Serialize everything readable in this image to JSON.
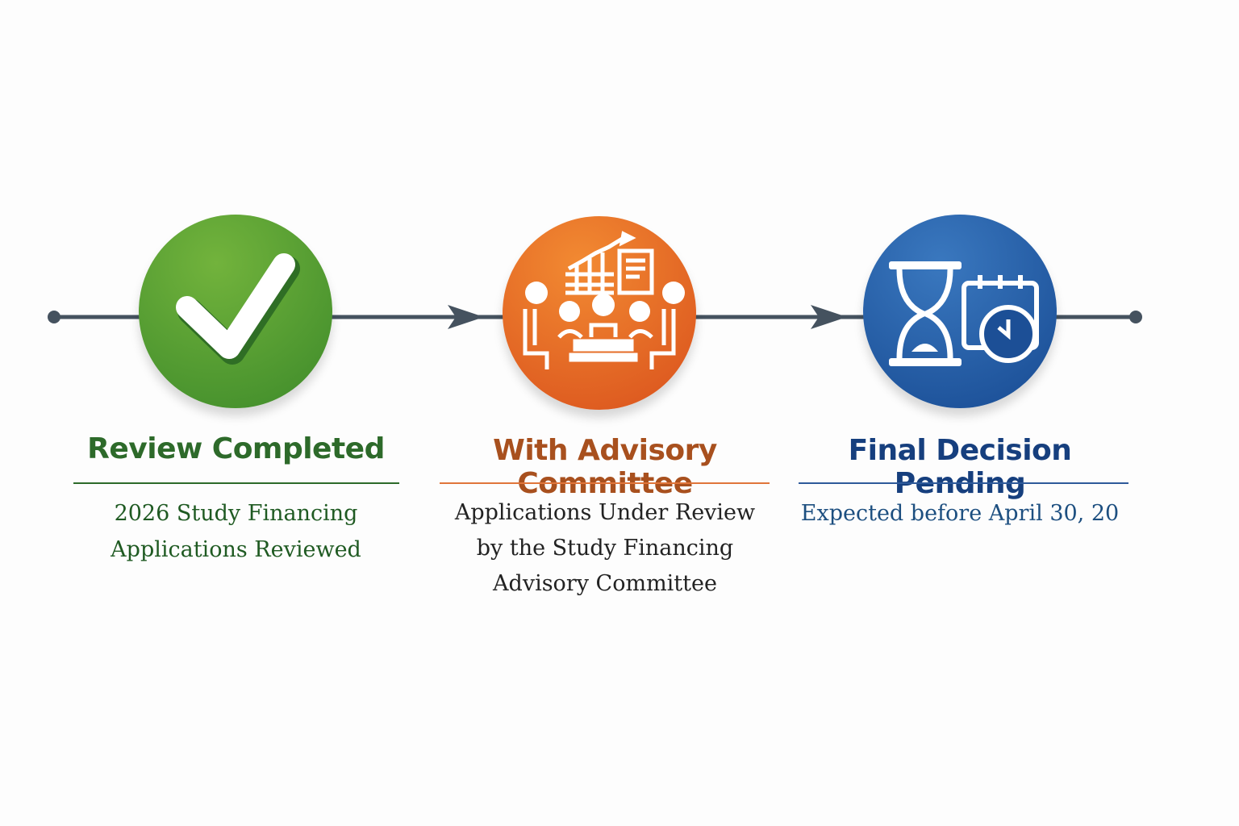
{
  "colors": {
    "green": "#2d6a2a",
    "orange": "#a8501e",
    "blue": "#163f7e",
    "line": "#3f4f5e"
  },
  "steps": [
    {
      "icon": "checkmark-icon",
      "title": "Review Completed",
      "lines": [
        "2026 Study Financing",
        "Applications Reviewed"
      ]
    },
    {
      "icon": "committee-meeting-icon",
      "title": "With Advisory Committee",
      "lines": [
        "Applications Under Review",
        "by the Study Financing",
        "Advisory Committee"
      ]
    },
    {
      "icon": "hourglass-calendar-icon",
      "title": "Final Decision Pending",
      "lines": [
        "Expected before April 30, 20"
      ]
    }
  ]
}
